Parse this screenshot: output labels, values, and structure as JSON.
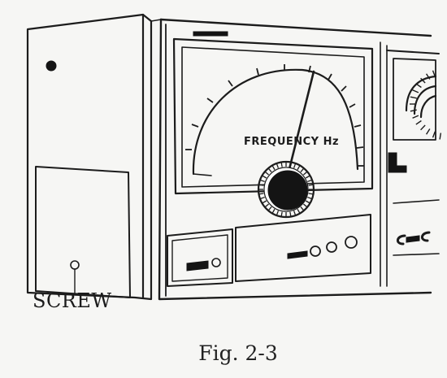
{
  "figure": {
    "dial_label": "FREQUENCY Hz",
    "screw_label": "SCREW",
    "caption": "Fig. 2-3"
  },
  "colors": {
    "ink": "#1c1c1c",
    "paper": "#f6f6f4"
  }
}
